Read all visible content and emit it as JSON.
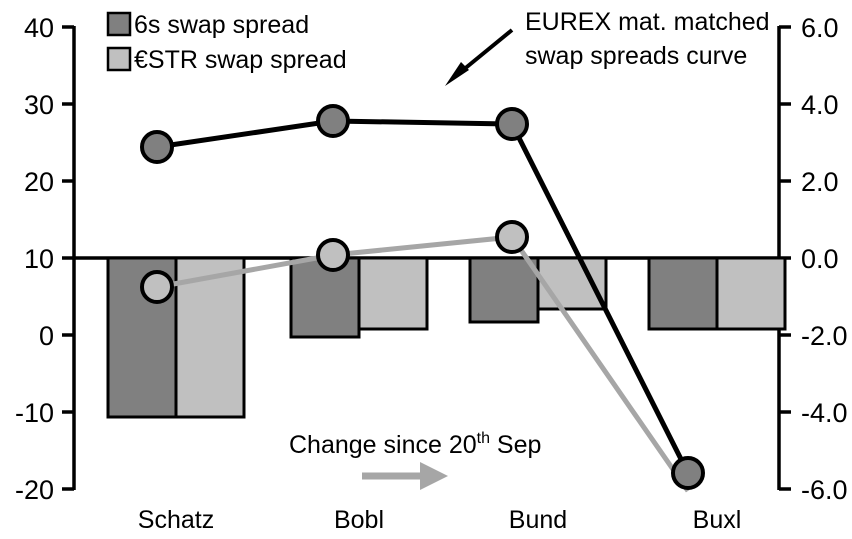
{
  "chart_data": {
    "type": "bar",
    "title": "",
    "subtitle": "",
    "xlabel": "",
    "ylabel": "",
    "categories": [
      "Schatz",
      "Bobl",
      "Bund",
      "Buxl"
    ],
    "grid": false,
    "legend_position": "top-left",
    "left_axis": {
      "ticks": [
        "40",
        "30",
        "20",
        "10",
        "0",
        "-10",
        "-20"
      ],
      "values": [
        40,
        30,
        20,
        10,
        0,
        -10,
        -20
      ],
      "ylim": [
        -20,
        40
      ],
      "zero_reference_line": 10
    },
    "right_axis": {
      "ticks": [
        "6.0",
        "4.0",
        "2.0",
        "0.0",
        "-2.0",
        "-4.0",
        "-6.0"
      ],
      "values": [
        6.0,
        4.0,
        2.0,
        0.0,
        -2.0,
        -4.0,
        -6.0
      ],
      "ylim": [
        -6.0,
        6.0
      ]
    },
    "series": [
      {
        "name": "6s swap spread",
        "kind": "bar",
        "axis": "left",
        "color": "#808080",
        "values": [
          -10.3,
          0.0,
          2.0,
          1.0
        ]
      },
      {
        "name": "€STR swap spread",
        "kind": "bar",
        "axis": "left",
        "color": "#c0c0c0",
        "values": [
          -10.3,
          1.0,
          3.5,
          1.0
        ]
      },
      {
        "name": "EUREX mat. matched swap spreads curve",
        "kind": "line",
        "axis": "right",
        "color": "#000000",
        "marker_fill": "#808080",
        "values": [
          2.9,
          3.6,
          3.5,
          -5.6
        ]
      },
      {
        "name": "Change since 20th Sep",
        "kind": "line",
        "axis": "right",
        "color": "#a6a6a6",
        "marker_fill": "#c0c0c0",
        "values": [
          -0.75,
          0.07,
          0.55,
          -6.05
        ]
      }
    ],
    "annotations": [
      {
        "id": "eurex-note",
        "text_line1": "EUREX mat. matched",
        "text_line2": "swap spreads curve",
        "arrow": "down-left",
        "color": "#000000"
      },
      {
        "id": "change-note",
        "text_main": "Change since 20",
        "text_sup": "th",
        "text_tail": " Sep",
        "arrow": "right",
        "color": "#a6a6a6"
      }
    ]
  },
  "legend": {
    "items": [
      {
        "label": "6s swap spread",
        "swatch": "#808080"
      },
      {
        "label": "€STR swap spread",
        "swatch": "#c0c0c0"
      }
    ]
  },
  "axes": {
    "left_ticks": [
      "40",
      "30",
      "20",
      "10",
      "0",
      "-10",
      "-20"
    ],
    "right_ticks": [
      "6.0",
      "4.0",
      "2.0",
      "0.0",
      "-2.0",
      "-4.0",
      "-6.0"
    ],
    "categories": [
      "Schatz",
      "Bobl",
      "Bund",
      "Buxl"
    ]
  },
  "annotations": {
    "eurex_line1": "EUREX mat. matched",
    "eurex_line2": "swap spreads curve",
    "change_main": "Change since 20",
    "change_sup": "th",
    "change_tail": " Sep"
  },
  "colors": {
    "bar_dark": "#808080",
    "bar_light": "#c0c0c0",
    "line_black": "#000000",
    "line_gray": "#a6a6a6",
    "axis": "#000000"
  }
}
